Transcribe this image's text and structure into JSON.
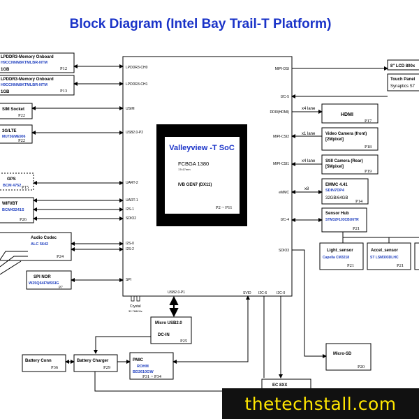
{
  "title": "Block Diagram (Intel Bay Trail-T Platform)",
  "soc": {
    "name": "Valleyview -T SoC",
    "package": "FCBGA 1380",
    "package_size": "17x17mm",
    "gpu": "IVB GEN7 (DX11)",
    "pages": "P2 ~ P11"
  },
  "soc_pins": {
    "lpddr3_ch0": "LPDDR3-CH0",
    "lpddr3_ch1": "LPDDR3-CH1",
    "usim": "USIM",
    "usb2_p2": "USB2.0-P2",
    "uart2": "UART-2",
    "uart1": "UART-1",
    "i2s1": "I2S-1",
    "sdio2": "SDIO2",
    "i2s0": "I2S-0",
    "i2s2": "I2S-2",
    "spi": "SPI",
    "mipi_dsi": "MIPI-DSI",
    "i2c5": "I2C-5",
    "ddi0": "DDI0(HDMI)",
    "mipi_csi2": "MIPI-CSI2",
    "mipi_csi1": "MIPI-CSI1",
    "emmc": "eMMC",
    "i2c4": "I2C-4",
    "sdio3": "SDIO3",
    "usb2_p1": "USB2.0-P1",
    "svid": "SVID",
    "i2c6": "I2C-6",
    "i2c0": "I2C-0"
  },
  "left_blocks": {
    "ddr0": {
      "name": "LPDDR3-Memory Onboard",
      "part": "H9CCNNN8KTMLBR-NTM",
      "size": "1GB",
      "page": "P12"
    },
    "ddr1": {
      "name": "LPDDR3-Memory Onboard",
      "part": "H9CCNNN8KTMLBR-NTM",
      "size": "1GB",
      "page": "P13"
    },
    "sim": {
      "name": "SIM Socket",
      "page": "P22"
    },
    "lte": {
      "name": "3G/LTE",
      "part": "MU736/ME906",
      "page": "P22"
    },
    "gps": {
      "name": "GPS",
      "part": "BCM 4752",
      "page": "P15"
    },
    "wifi": {
      "name": "WIFI/BT",
      "part": "BCM43241S",
      "page": "P26"
    },
    "codec": {
      "name": "Audio Codec",
      "part": "ALC 5642",
      "page": "P24"
    },
    "spi": {
      "name": "SPI NOR",
      "part": "W25Q64FWSSIG",
      "page": "P7"
    }
  },
  "right_blocks": {
    "lcd": {
      "name": "8\" LCD 800x"
    },
    "touch": {
      "name": "Touch Panel",
      "part": "Synaptics S7"
    },
    "hdmi": {
      "name": "HDMI",
      "link": "x4 lane",
      "page": "P17"
    },
    "cam_front": {
      "name": "Video Camera (front)",
      "detail": "[2Mpixel]",
      "link": "x1 lane",
      "page": "P18"
    },
    "cam_rear": {
      "name": "Still Camera (Rear)",
      "detail": "[5Mpixel]",
      "link": "x4 lane",
      "page": "P19"
    },
    "emmc": {
      "name": "EMMC 4.41",
      "part": "SDIN7DP4",
      "size": "32GB/64GB",
      "link": "x8",
      "page": "P14"
    },
    "sensor_hub": {
      "name": "Sensor Hub",
      "part": "STM32F103CBU6TR",
      "page": "P21"
    },
    "light": {
      "name": "Light_sensor",
      "part": "Capella CM3218",
      "page": "P21"
    },
    "accel": {
      "name": "Accel_sensor",
      "part": "ST LSM303DLHC",
      "page": "P21"
    },
    "microsd": {
      "name": "Micro-SD",
      "page": "P20"
    },
    "ec": {
      "name": "EC 8XX"
    }
  },
  "bottom_blocks": {
    "crystal": {
      "name": "Crystal",
      "freq": "32.768KHz"
    },
    "usb": {
      "name": "Micro USB2.0",
      "sub": "DC-IN",
      "page": "P25"
    },
    "charger": {
      "name": "Battery Charger",
      "page": "P29"
    },
    "battery": {
      "name": "Battery Conn",
      "page": "P36"
    },
    "pmic": {
      "name": "PMIC",
      "part": "ROHM",
      "part2": "BD2610GW",
      "page": "P31 ~ P34"
    }
  },
  "watermark": "thetechstall.com"
}
